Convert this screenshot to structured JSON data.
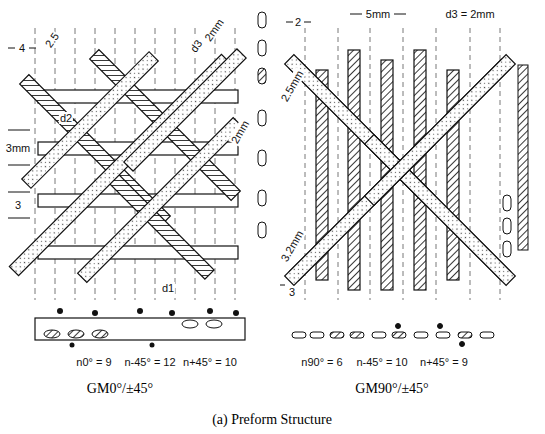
{
  "diagram": {
    "caption": "(a) Preform Structure",
    "labels": [
      "4",
      "2.5",
      "d3",
      "2mm",
      "2mm",
      "d2",
      "3mm",
      "3",
      "d1",
      "n0° = 9",
      "n-45° = 12",
      "n+45° = 10",
      "5mm",
      "2",
      "d3 = 2mm",
      "2.5mm",
      "3.2mm",
      "3",
      "n90° = 6",
      "n-45° = 10",
      "n+45° = 9",
      "GM0°/±45°",
      "GM90°/±45°"
    ]
  }
}
